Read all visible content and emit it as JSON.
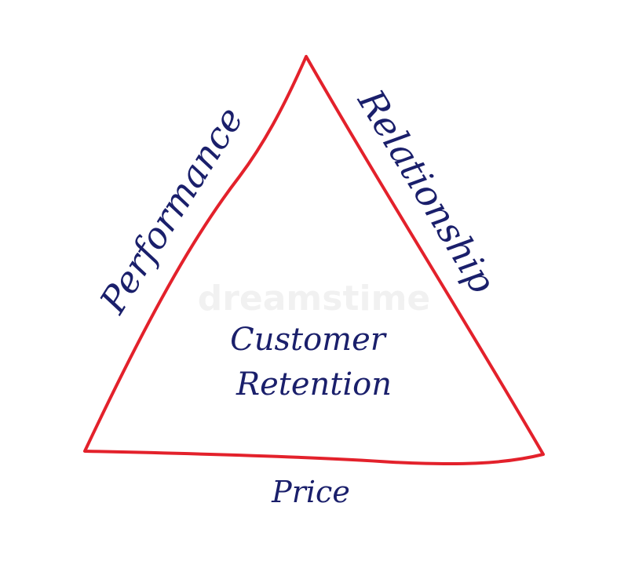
{
  "diagram": {
    "center_label_line1": "Customer",
    "center_label_line2": "Retention",
    "side_left": "Performance",
    "side_right": "Relationship",
    "side_bottom": "Price",
    "watermark": "dreamstime"
  },
  "colors": {
    "triangle_stroke": "#e3212b",
    "label_text": "#1a1f6b",
    "background": "#ffffff"
  }
}
